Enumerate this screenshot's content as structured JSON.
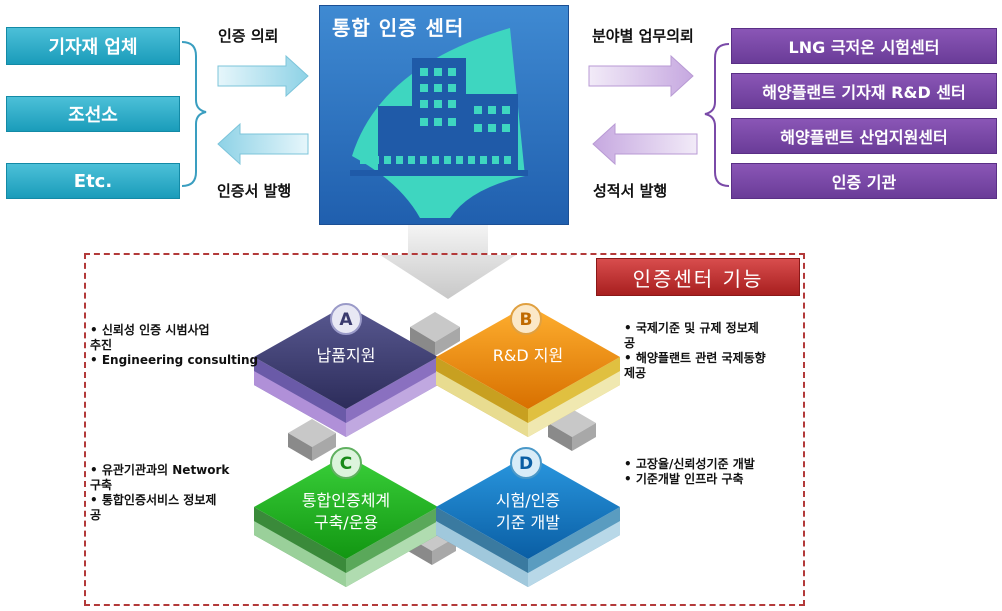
{
  "left_boxes": [
    "기자재 업체",
    "조선소",
    "Etc."
  ],
  "right_boxes": [
    "LNG 극저온 시험센터",
    "해양플랜트 기자재 R&D 센터",
    "해양플랜트 산업지원센터",
    "인증 기관"
  ],
  "flow_labels": {
    "request": "인증 의뢰",
    "issue_certificate": "인증서 발행",
    "field_request": "분야별 업무의뢰",
    "issue_report": "성적서 발행"
  },
  "center_title": "통합 인증 센터",
  "functions_title": "인증센터 기능",
  "functions": [
    {
      "letter": "A",
      "label_lines": [
        "납품지원"
      ]
    },
    {
      "letter": "B",
      "label_lines": [
        "R&D 지원"
      ]
    },
    {
      "letter": "C",
      "label_lines": [
        "통합인증체계",
        "구축/운용"
      ]
    },
    {
      "letter": "D",
      "label_lines": [
        "시험/인증",
        "기준 개발"
      ]
    }
  ],
  "notes": {
    "A": [
      "• 신뢰성 인증 시범사업",
      "추진",
      "• Engineering consulting"
    ],
    "B": [
      "• 국제기준 및 규제 정보제",
      "공",
      "• 해양플랜트 관련 국제동향",
      "제공"
    ],
    "C": [
      "• 유관기관과의 Network",
      "구축",
      "• 통합인증서비스 정보제",
      "공"
    ],
    "D": [
      "• 고장율/신뢰성기준 개발",
      "• 기준개발 인프라 구축"
    ]
  },
  "colors": {
    "left_box": "#1a9cba",
    "right_box": "#6a3c98",
    "center_card": "#2a6dbd",
    "frame": "#b33a3a",
    "tile_a": "#3a3a6e",
    "tile_b": "#f08a00",
    "tile_c": "#20b020",
    "tile_d": "#1478c0"
  }
}
